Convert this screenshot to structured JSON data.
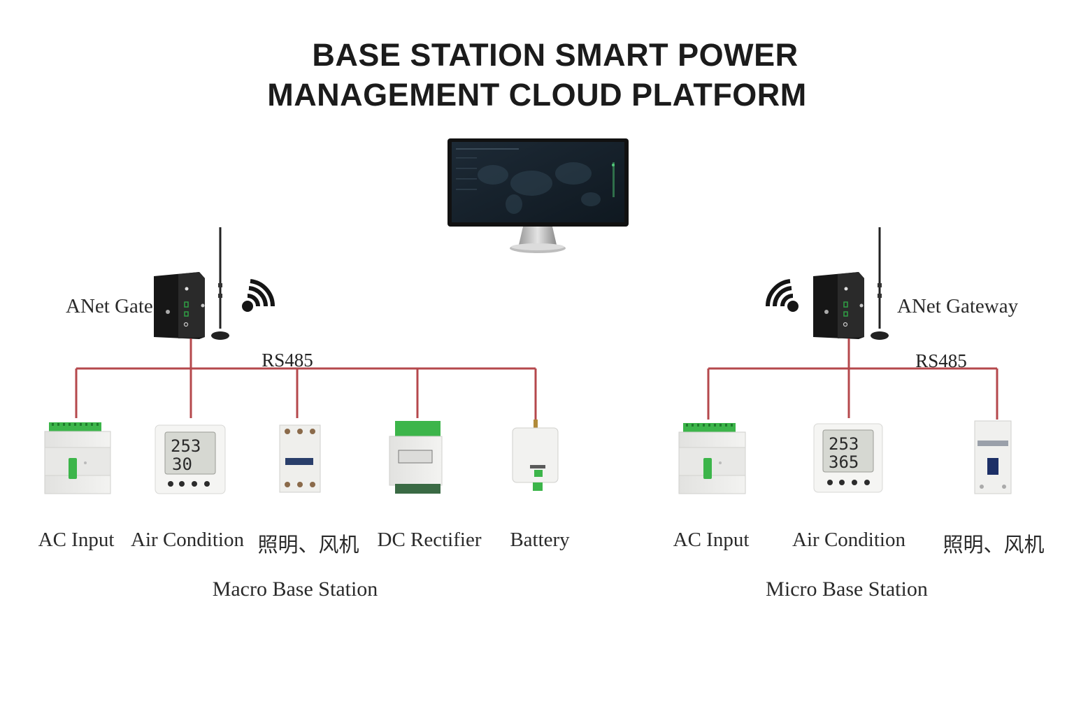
{
  "title": {
    "line1": "BASE STATION SMART POWER",
    "line2": "MANAGEMENT CLOUD PLATFORM"
  },
  "macro": {
    "gateway_label": "ANet Gate",
    "bus_label": "RS485",
    "station_label": "Macro Base Station",
    "devices": [
      "AC Input",
      "Air Condition",
      "照明、风机",
      "DC Rectifier",
      "Battery"
    ]
  },
  "micro": {
    "gateway_label": "ANet Gateway",
    "bus_label": "RS485",
    "station_label": "Micro Base Station",
    "devices": [
      "AC Input",
      "Air Condition",
      "照明、风机"
    ]
  },
  "displays": {
    "macro_thermo": [
      "253",
      "30"
    ],
    "micro_thermo": [
      "253",
      "365"
    ]
  },
  "colors": {
    "bus_line": "#b5484c",
    "module_green": "#3cb54a",
    "device_body": "#eeeeec",
    "gateway_body": "#1e1e1e"
  },
  "icons": {
    "wireless_left": "wifi-signal-icon",
    "wireless_right": "wifi-signal-icon"
  }
}
